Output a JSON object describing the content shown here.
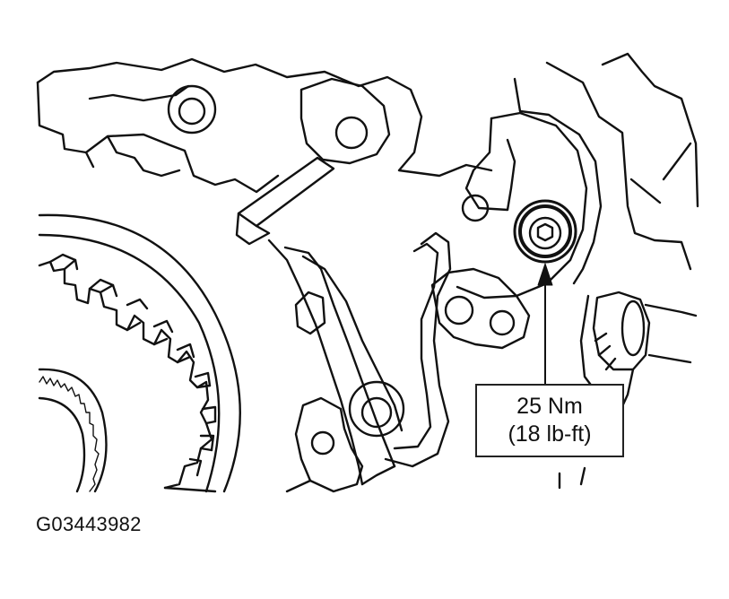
{
  "callout": {
    "torque_nm": "25 Nm",
    "torque_lbft": "(18 lb-ft)"
  },
  "figure_id": "G03443982",
  "colors": {
    "line": "#111111",
    "background": "#ffffff"
  }
}
